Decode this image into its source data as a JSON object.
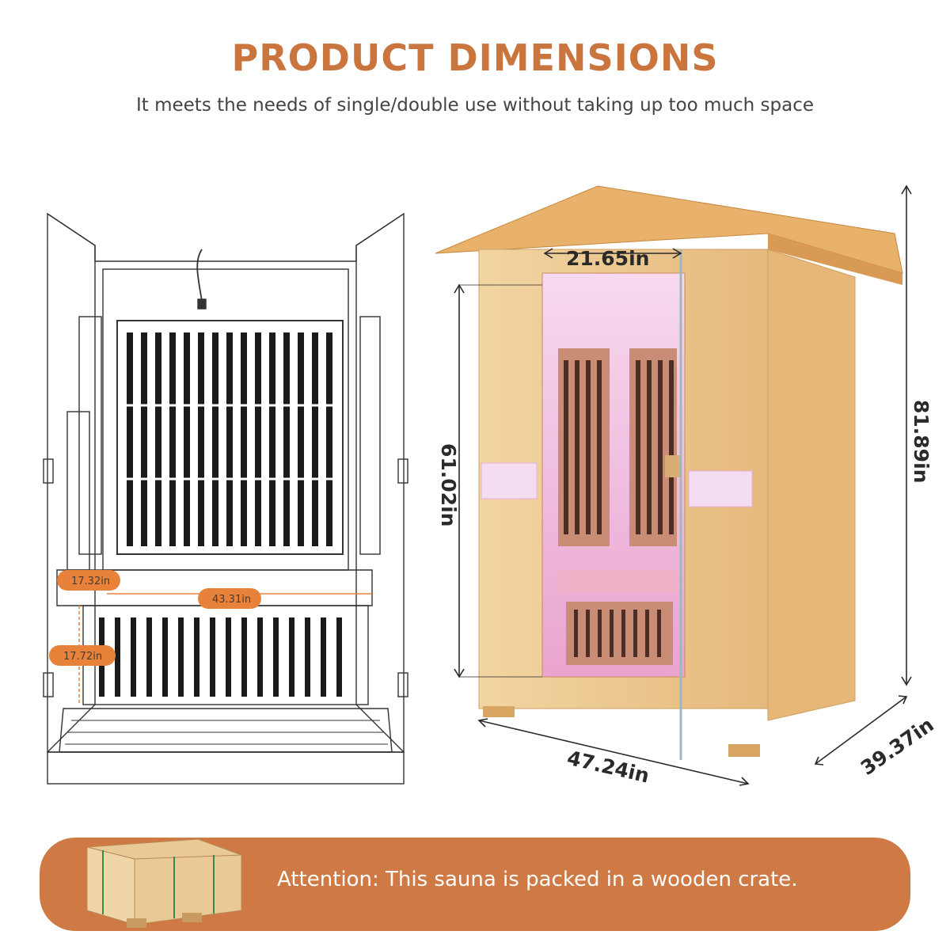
{
  "header": {
    "title": "PRODUCT DIMENSIONS",
    "subtitle": "It meets the needs of single/double use without taking up too much space"
  },
  "drawing": {
    "bench_depth": "17.32in",
    "bench_width": "43.31in",
    "bench_height": "17.72in"
  },
  "photo": {
    "door_width": "21.65in",
    "door_height": "61.02in",
    "total_height": "81.89in",
    "width": "47.24in",
    "depth": "39.37in"
  },
  "notice": {
    "text": "Attention: This sauna is packed in a wooden crate."
  },
  "colors": {
    "accent": "#c9753d",
    "banner": "#cf7a45",
    "badge": "#e8823a"
  }
}
